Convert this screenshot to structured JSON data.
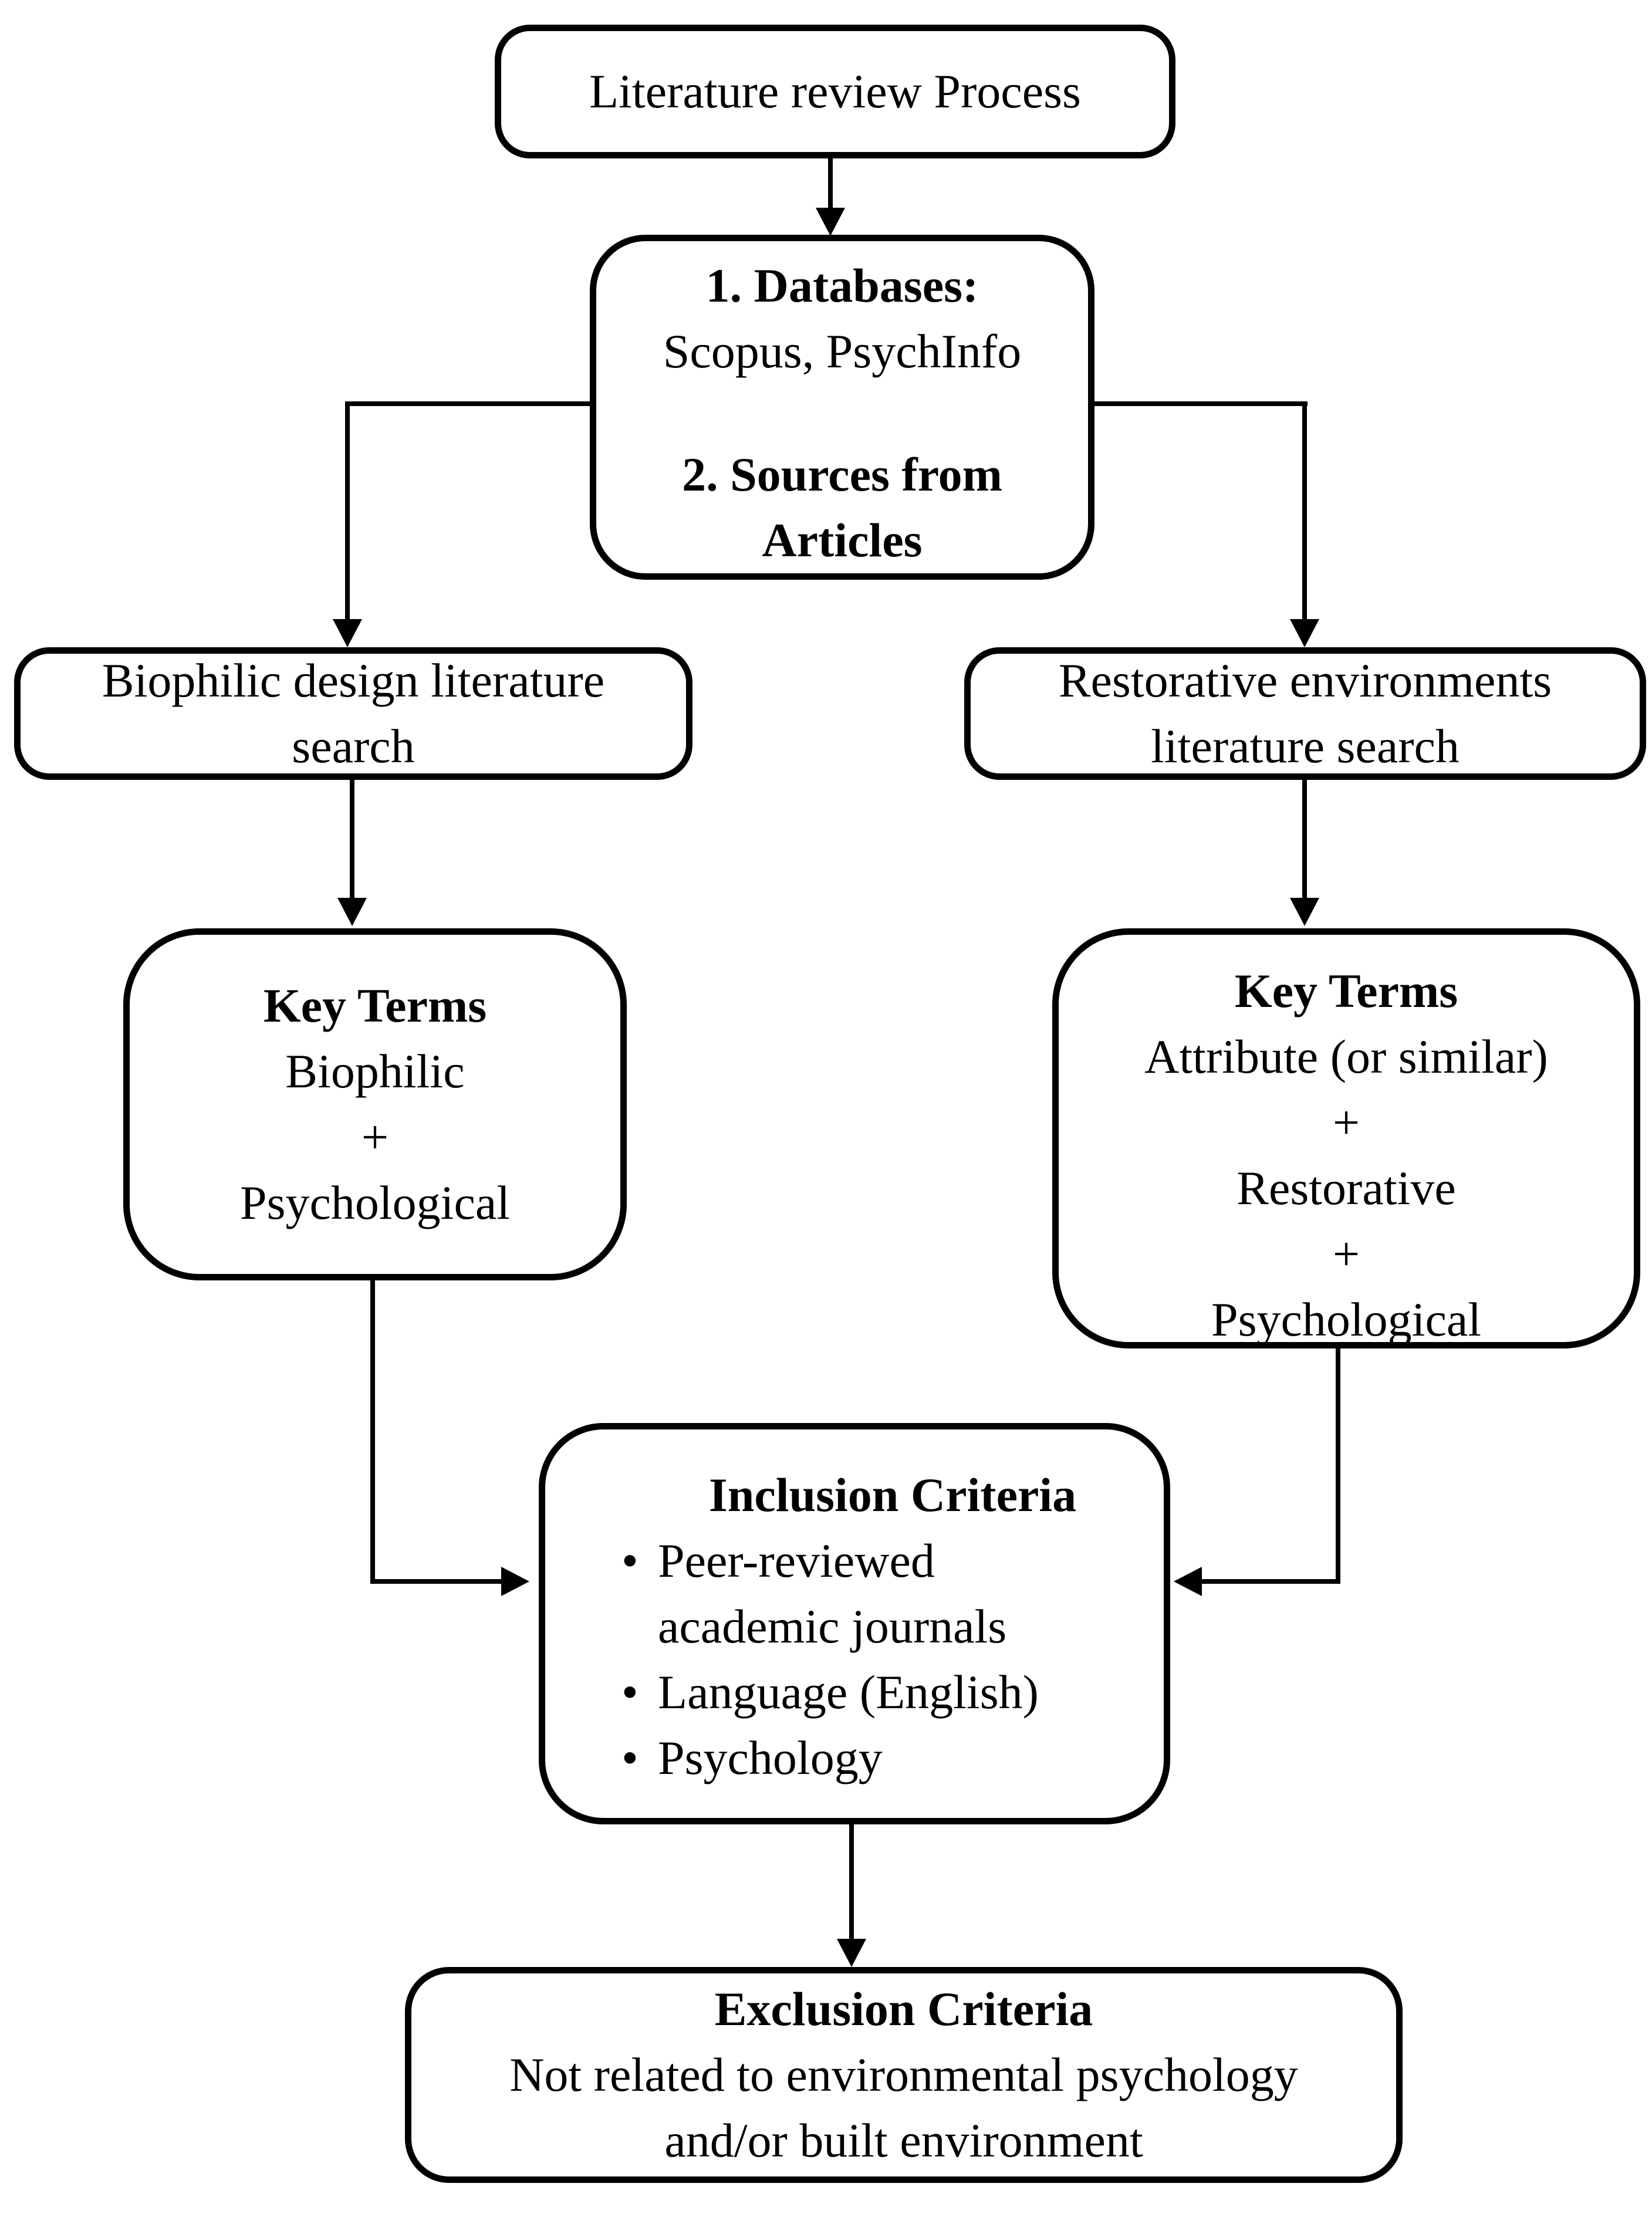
{
  "flowchart": {
    "colors": {
      "line": "#000000",
      "background": "#ffffff",
      "box_fill": "#ffffff"
    },
    "nodes": {
      "process": {
        "line1": "Literature review Process"
      },
      "databases": {
        "line1": "1. Databases:",
        "line2": "Scopus, PsychInfo",
        "line3": "2. Sources from",
        "line4": "Articles"
      },
      "biophilic_search": {
        "line1": "Biophilic design literature",
        "line2": "search"
      },
      "restorative_search": {
        "line1": "Restorative environments",
        "line2": "literature search"
      },
      "key_terms_left": {
        "title": "Key Terms",
        "line1": "Biophilic",
        "line2": "+",
        "line3": "Psychological"
      },
      "key_terms_right": {
        "title": "Key Terms",
        "line1": "Attribute (or similar)",
        "line2": "+",
        "line3": "Restorative",
        "line4": "+",
        "line5": "Psychological"
      },
      "inclusion": {
        "title": "Inclusion Criteria",
        "bullet": "•",
        "item1_line1": "Peer-reviewed",
        "item1_line2": "academic journals",
        "item2": "Language (English)",
        "item3": "Psychology"
      },
      "exclusion": {
        "title": "Exclusion Criteria",
        "line1": "Not related to environmental psychology",
        "line2": "and/or built environment"
      }
    }
  }
}
